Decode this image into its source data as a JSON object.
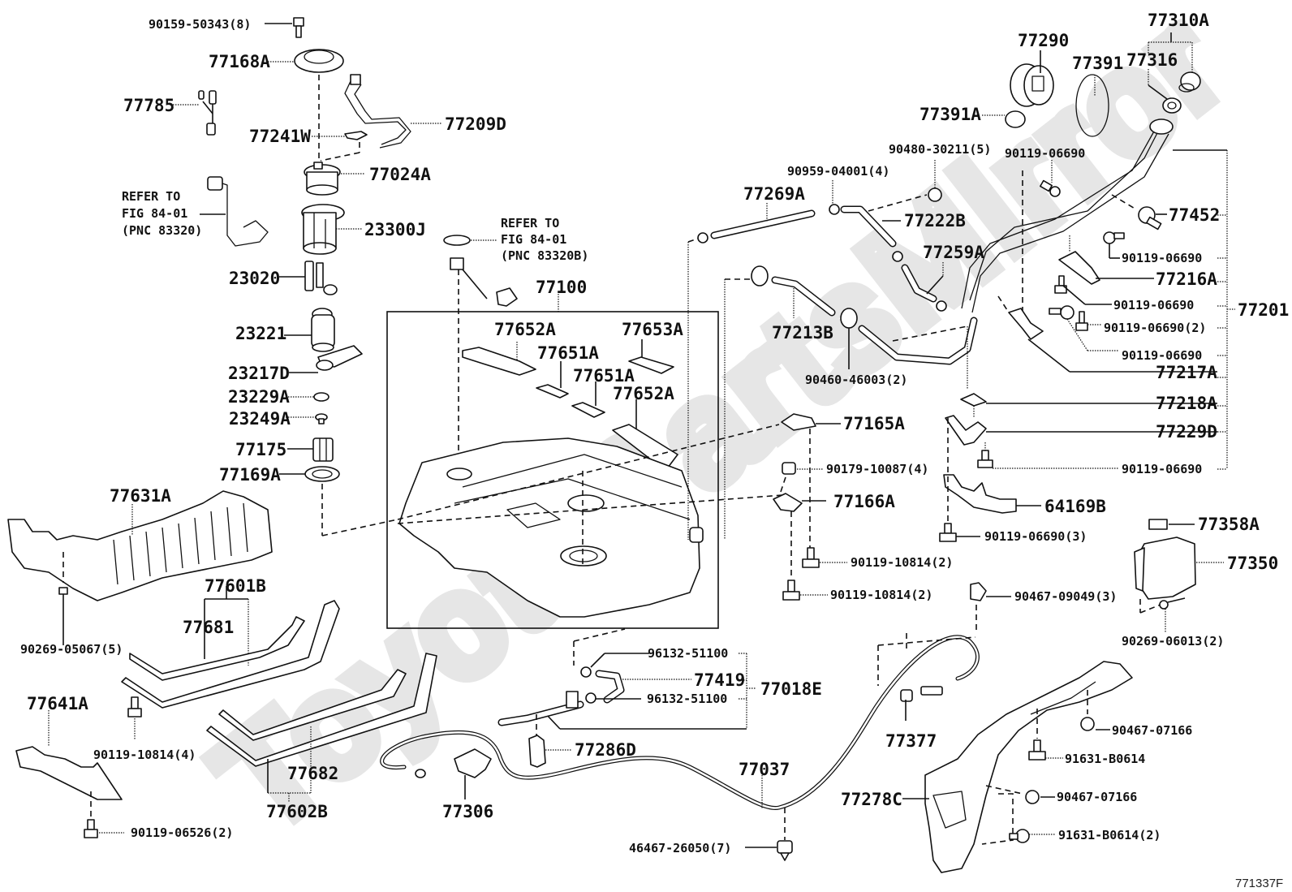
{
  "diagram": {
    "title": "Fuel tank & tube parts diagram",
    "figure_code": "771337F",
    "watermark": "ToyotaPartsMirror",
    "tank_group": "77100",
    "refer_notes": [
      {
        "line1": "REFER TO",
        "line2": "FIG 84-01",
        "line3": "(PNC 83320)"
      },
      {
        "line1": "REFER TO",
        "line2": "FIG 84-01",
        "line3": "(PNC 83320B)"
      }
    ],
    "parts": {
      "p90159_50343": "90159-50343(8)",
      "p77168A": "77168A",
      "p77785": "77785",
      "p77241W": "77241W",
      "p77209D": "77209D",
      "p77024A": "77024A",
      "p23300J": "23300J",
      "p23020": "23020",
      "p23221": "23221",
      "p23217D": "23217D",
      "p23229A": "23229A",
      "p23249A": "23249A",
      "p77175": "77175",
      "p77169A": "77169A",
      "p77631A": "77631A",
      "p90269_05067": "90269-05067(5)",
      "p77601B": "77601B",
      "p77681": "77681",
      "p77641A": "77641A",
      "p90119_10814_4": "90119-10814(4)",
      "p90119_06526": "90119-06526(2)",
      "p77682": "77682",
      "p77602B": "77602B",
      "p77100": "77100",
      "p77652A_1": "77652A",
      "p77651A_1": "77651A",
      "p77651A_2": "77651A",
      "p77653A": "77653A",
      "p77652A_2": "77652A",
      "p77269A": "77269A",
      "p90959_04001": "90959-04001(4)",
      "p77222B": "77222B",
      "p77259A": "77259A",
      "p77213B": "77213B",
      "p90460_46003": "90460-46003(2)",
      "p90480_30211": "90480-30211(5)",
      "p77290": "77290",
      "p77391": "77391",
      "p77391A": "77391A",
      "p77310A": "77310A",
      "p77316": "77316",
      "p90119_06690_a": "90119-06690",
      "p77452": "77452",
      "p90119_06690_b": "90119-06690",
      "p77216A": "77216A",
      "p90119_06690_c": "90119-06690",
      "p90119_06690_2": "90119-06690(2)",
      "p90119_06690_d": "90119-06690",
      "p77201": "77201",
      "p77217A": "77217A",
      "p77218A": "77218A",
      "p77229D": "77229D",
      "p90119_06690_e": "90119-06690",
      "p77165A": "77165A",
      "p90179_10087": "90179-10087(4)",
      "p77166A": "77166A",
      "p64169B": "64169B",
      "p90119_06690_3": "90119-06690(3)",
      "p90119_10814_2a": "90119-10814(2)",
      "p90119_10814_2b": "90119-10814(2)",
      "p77358A": "77358A",
      "p77350": "77350",
      "p90467_09049": "90467-09049(3)",
      "p90269_06013": "90269-06013(2)",
      "p96132_51100_a": "96132-51100",
      "p77419": "77419",
      "p96132_51100_b": "96132-51100",
      "p77018E": "77018E",
      "p77286D": "77286D",
      "p77306": "77306",
      "p77037": "77037",
      "p46467_26050": "46467-26050(7)",
      "p77377": "77377",
      "p90467_07166_a": "90467-07166",
      "p91631_B0614": "91631-B0614",
      "p77278C": "77278C",
      "p90467_07166_b": "90467-07166",
      "p91631_B0614_2": "91631-B0614(2)"
    }
  }
}
